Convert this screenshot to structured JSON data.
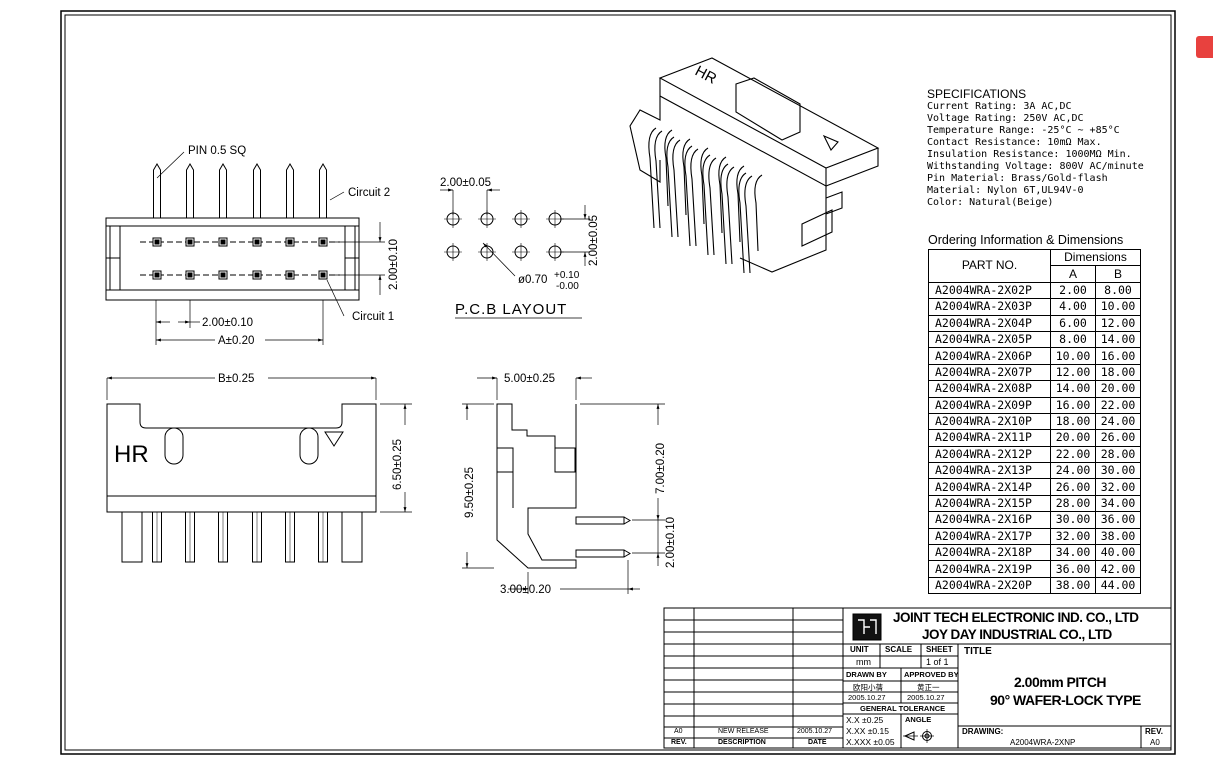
{
  "pin_note": "PIN 0.5 SQ",
  "circuit2": "Circuit 2",
  "circuit1": "Circuit 1",
  "top_dims": {
    "v_pitch": "2.00±0.10",
    "h_pitch": "2.00±0.10",
    "a": "A±0.20"
  },
  "pcb": {
    "pitch_h": "2.00±0.05",
    "pitch_v": "2.00±0.05",
    "hole": "ø0.70",
    "tol_plus": "+0.10",
    "tol_minus": "-0.00",
    "title": "P.C.B LAYOUT"
  },
  "front_dims": {
    "b": "B±0.25",
    "height": "6.50±0.25",
    "logo": "HR"
  },
  "side_dims": {
    "top": "5.00±0.25",
    "left": "9.50±0.25",
    "right": "7.00±0.20",
    "pin_gap": "2.00±0.10",
    "bottom": "3.00±0.20"
  },
  "iso_logo": "HR",
  "specs": {
    "title": "SPECIFICATIONS",
    "lines": [
      "Current Rating: 3A AC,DC",
      "Voltage Rating: 250V AC,DC",
      "Temperature Range: -25°C ~ +85°C",
      "Contact Resistance: 10mΩ Max.",
      "Insulation Resistance: 1000MΩ Min.",
      "Withstanding Voltage: 800V AC/minute",
      "Pin Material: Brass/Gold-flash",
      "Material: Nylon 6T,UL94V-0",
      "Color: Natural(Beige)"
    ]
  },
  "ordering": {
    "title": "Ordering Information & Dimensions",
    "col_part": "PART NO.",
    "col_dims": "Dimensions",
    "col_a": "A",
    "col_b": "B",
    "rows": [
      [
        "A2004WRA-2X02P",
        "2.00",
        "8.00"
      ],
      [
        "A2004WRA-2X03P",
        "4.00",
        "10.00"
      ],
      [
        "A2004WRA-2X04P",
        "6.00",
        "12.00"
      ],
      [
        "A2004WRA-2X05P",
        "8.00",
        "14.00"
      ],
      [
        "A2004WRA-2X06P",
        "10.00",
        "16.00"
      ],
      [
        "A2004WRA-2X07P",
        "12.00",
        "18.00"
      ],
      [
        "A2004WRA-2X08P",
        "14.00",
        "20.00"
      ],
      [
        "A2004WRA-2X09P",
        "16.00",
        "22.00"
      ],
      [
        "A2004WRA-2X10P",
        "18.00",
        "24.00"
      ],
      [
        "A2004WRA-2X11P",
        "20.00",
        "26.00"
      ],
      [
        "A2004WRA-2X12P",
        "22.00",
        "28.00"
      ],
      [
        "A2004WRA-2X13P",
        "24.00",
        "30.00"
      ],
      [
        "A2004WRA-2X14P",
        "26.00",
        "32.00"
      ],
      [
        "A2004WRA-2X15P",
        "28.00",
        "34.00"
      ],
      [
        "A2004WRA-2X16P",
        "30.00",
        "36.00"
      ],
      [
        "A2004WRA-2X17P",
        "32.00",
        "38.00"
      ],
      [
        "A2004WRA-2X18P",
        "34.00",
        "40.00"
      ],
      [
        "A2004WRA-2X19P",
        "36.00",
        "42.00"
      ],
      [
        "A2004WRA-2X20P",
        "38.00",
        "44.00"
      ]
    ]
  },
  "title_block": {
    "company1": "JOINT TECH ELECTRONIC IND. CO., LTD",
    "company2": "JOY DAY INDUSTRIAL CO., LTD",
    "unit_label": "UNIT",
    "unit": "mm",
    "scale_label": "SCALE",
    "sheet_label": "SHEET",
    "sheet": "1 of 1",
    "title_label": "TITLE",
    "title1": "2.00mm PITCH",
    "title2": "90° WAFER-LOCK TYPE",
    "drawn_label": "DRAWN BY",
    "approved_label": "APPROVED BY",
    "drawn_name": "欧阳小蒨",
    "approved_name": "黄正一",
    "drawn_date": "2005.10.27",
    "approved_date": "2005.10.27",
    "tol_label": "GENERAL TOLERANCE",
    "angle_label": "ANGLE",
    "tol1": "X.X ±0.25",
    "tol2": "X.XX ±0.15",
    "tol3": "X.XXX ±0.05",
    "drawing_label": "DRAWING:",
    "drawing_no": "A2004WRA-2XNP",
    "rev_label": "REV.",
    "rev": "A0",
    "rev_row": [
      "A0",
      "NEW RELEASE",
      "2005.10.27"
    ],
    "hdr_row": [
      "REV.",
      "DESCRIPTION",
      "DATE"
    ]
  }
}
